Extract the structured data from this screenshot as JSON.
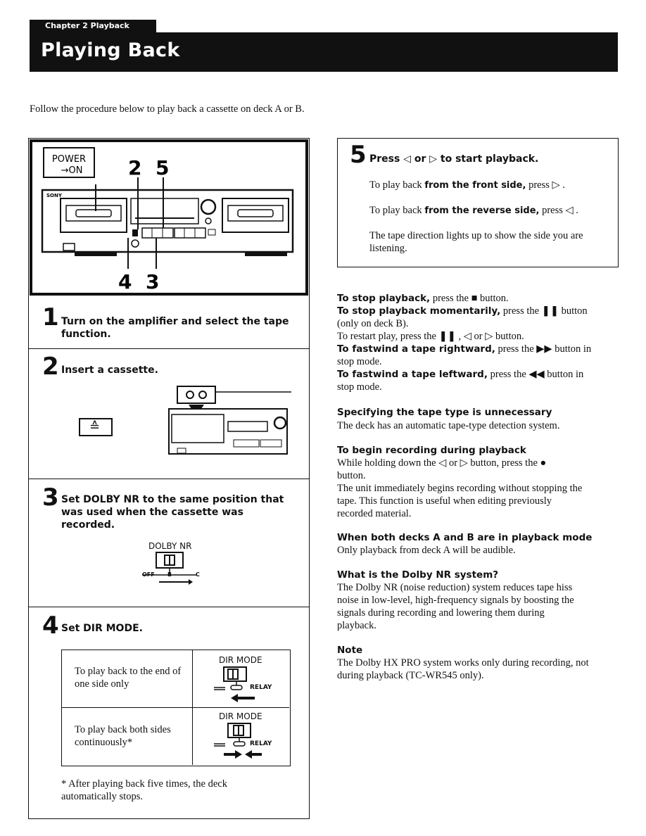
{
  "header": {
    "chapter_label": "Chapter 2 Playback",
    "title": "Playing Back"
  },
  "intro": "Follow the procedure below to play back a cassette on deck A or B.",
  "figure": {
    "power_label_1": "POWER",
    "power_label_2": "→ON",
    "callouts_top": "2  5",
    "callouts_bottom": "4  3",
    "brand": "SONY"
  },
  "steps": {
    "s1": {
      "num": "1",
      "text": "Turn on the amplifier and select the tape function."
    },
    "s2": {
      "num": "2",
      "text": "Insert a cassette.",
      "eject": "≙"
    },
    "s3": {
      "num": "3",
      "text": "Set DOLBY NR to the same position that was used when the cassette was recorded.",
      "switch_label": "DOLBY NR",
      "pos_off": "OFF",
      "pos_b": "B",
      "pos_c": "C"
    },
    "s4": {
      "num": "4",
      "text": "Set DIR MODE.",
      "rows": [
        {
          "text": "To play back to the end of one side only",
          "switch_label": "DIR MODE",
          "relay": "RELAY"
        },
        {
          "text": "To play back both sides continuously*",
          "switch_label": "DIR MODE",
          "relay": "RELAY"
        }
      ],
      "footnote": "* After playing back five times, the deck automatically stops."
    },
    "s5": {
      "num": "5",
      "text": "Press ◁ or ▷ to start playback.",
      "front_1": "To play back ",
      "front_2": "from the front side,",
      "front_3": " press ▷ .",
      "rev_1": "To play back ",
      "rev_2": "from the reverse side,",
      "rev_3": " press ◁ .",
      "direction": "The tape direction lights up to show the side you are listening."
    }
  },
  "right": {
    "stop_h": "To stop playback,",
    "stop_t": " press the ■ button.",
    "pause_h": "To stop playback momentarily,",
    "pause_t": " press the ❚❚ button",
    "pause_t2": "(only on deck B).",
    "restart": "To restart play, press the ❚❚ , ◁ or ▷ button.",
    "ff_h": "To fastwind a tape rightward,",
    "ff_t": " press the ▶▶ button in",
    "ff_t2": "stop mode.",
    "rew_h": "To fastwind a tape leftward,",
    "rew_t": " press the ◀◀ button in",
    "rew_t2": "stop mode.",
    "type_h": "Specifying the tape type is unnecessary",
    "type_t": "The deck has an automatic tape-type detection system.",
    "rec_h": "To begin recording during playback",
    "rec_t1": "While holding down the ◁ or ▷ button, press the ●",
    "rec_t2": "button.",
    "rec_t3": "The unit immediately begins recording without stopping the",
    "rec_t4": "tape. This function is useful when editing previously",
    "rec_t5": "recorded material.",
    "both_h": "When both decks A and B are in playback mode",
    "both_t": "Only playback from deck A will be audible.",
    "dolby_h": "What is the Dolby NR system?",
    "dolby_t1": "The Dolby NR (noise reduction) system reduces tape hiss",
    "dolby_t2": "noise in low-level, high-frequency signals by boosting the",
    "dolby_t3": "signals during recording and lowering them during",
    "dolby_t4": "playback.",
    "note_h": "Note",
    "note_t1": "The Dolby HX PRO system works only during recording, not",
    "note_t2": "during playback (TC-WR545 only)."
  }
}
